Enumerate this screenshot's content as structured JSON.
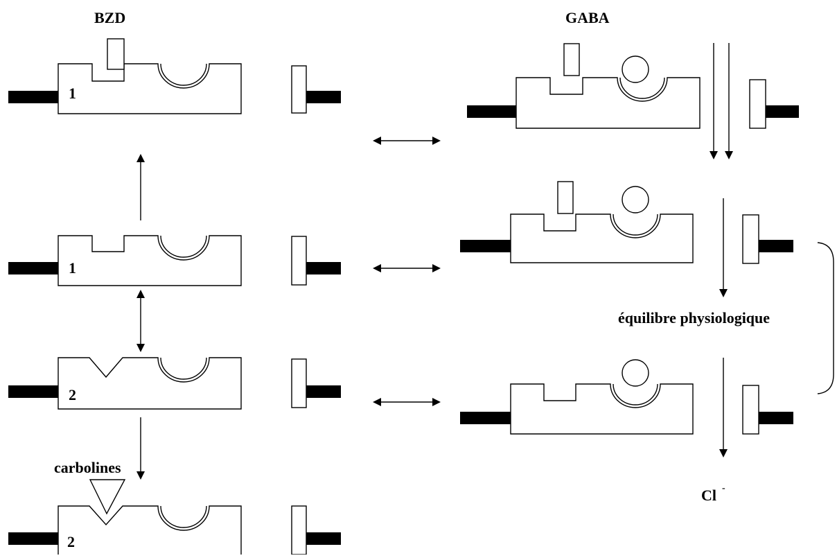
{
  "headers": {
    "left": "BZD",
    "right": "GABA"
  },
  "left_states": [
    "1",
    "1",
    "2",
    "2"
  ],
  "labels": {
    "equilibrium": "équilibre physiologique",
    "carbolines": "carbolines",
    "chloride": "Cl",
    "chloride_charge": "-"
  },
  "colors": {
    "stroke": "#000000",
    "fill": "#ffffff"
  }
}
